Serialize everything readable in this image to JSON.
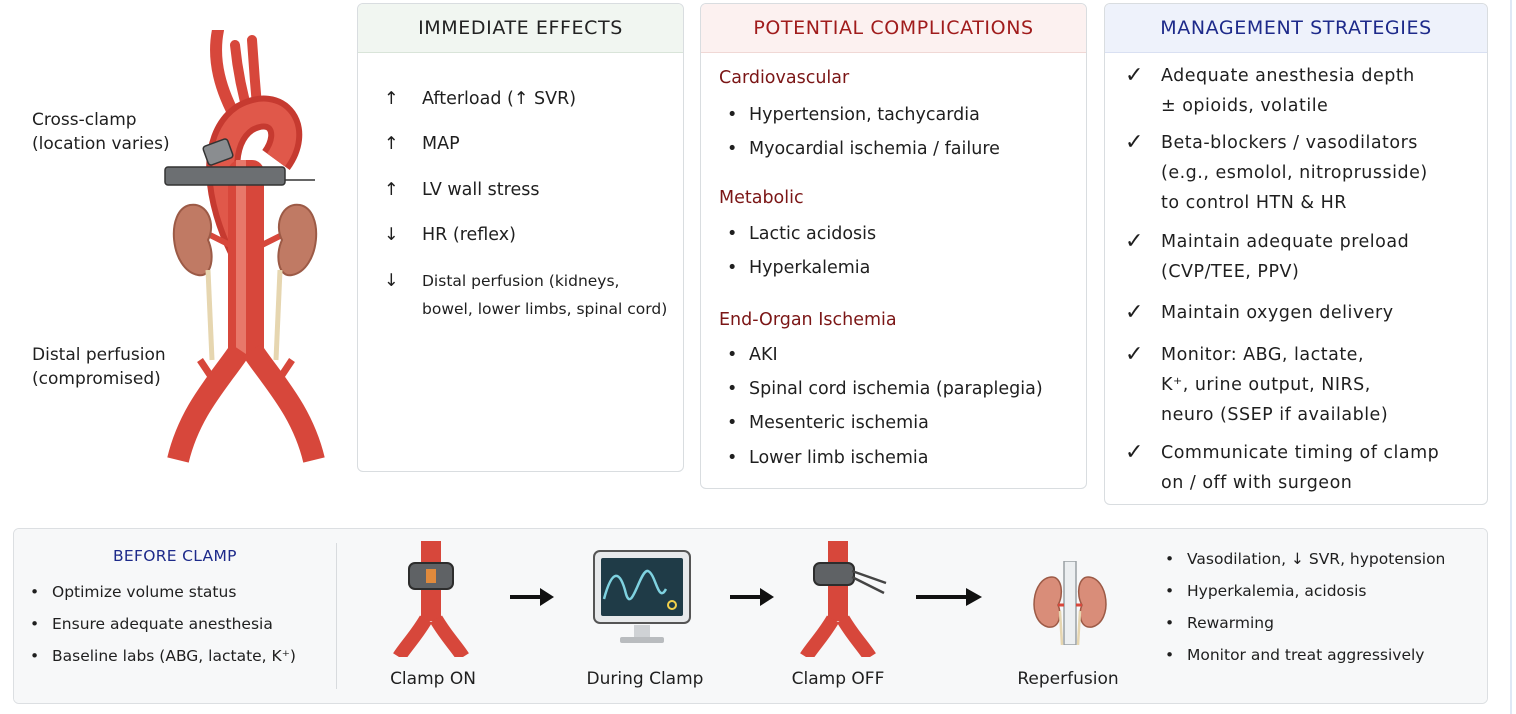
{
  "anatomy": {
    "clamp_label": [
      "Cross-clamp",
      "(location varies)"
    ],
    "distal_label": [
      "Distal perfusion",
      "(compromised)"
    ]
  },
  "immediate_effects": {
    "title": "IMMEDIATE EFFECTS",
    "items": [
      {
        "symbol": "↑",
        "text": "Afterload (↑ SVR)"
      },
      {
        "symbol": "↑",
        "text": "MAP"
      },
      {
        "symbol": "↑",
        "text": "LV wall stress"
      },
      {
        "symbol": "↓",
        "text": "HR (reflex)"
      },
      {
        "symbol": "↓",
        "text": "Distal perfusion (kidneys,",
        "text2": "bowel, lower limbs, spinal cord)"
      }
    ]
  },
  "complications": {
    "title": "POTENTIAL COMPLICATIONS",
    "groups": [
      {
        "name": "Cardiovascular",
        "items": [
          "Hypertension, tachycardia",
          "Myocardial ischemia / failure"
        ]
      },
      {
        "name": "Metabolic",
        "items": [
          "Lactic acidosis",
          "Hyperkalemia"
        ]
      },
      {
        "name": "End-Organ Ischemia",
        "items": [
          "AKI",
          "Spinal cord ischemia (paraplegia)",
          "Mesenteric ischemia",
          "Lower limb ischemia"
        ]
      }
    ]
  },
  "management": {
    "title": "MANAGEMENT STRATEGIES",
    "items": [
      {
        "lines": [
          "Adequate anesthesia depth",
          "± opioids, volatile"
        ]
      },
      {
        "lines": [
          "Beta-blockers / vasodilators",
          "(e.g., esmolol, nitroprusside)",
          "to control HTN & HR"
        ]
      },
      {
        "lines": [
          "Maintain adequate preload",
          "(CVP/TEE, PPV)"
        ]
      },
      {
        "lines": [
          "Maintain oxygen delivery"
        ]
      },
      {
        "lines": [
          "Monitor: ABG, lactate,",
          "K⁺, urine output, NIRS,",
          "neuro (SSEP if available)"
        ]
      },
      {
        "lines": [
          "Communicate timing of clamp",
          "on / off with surgeon"
        ]
      }
    ]
  },
  "before_clamp": {
    "title": "BEFORE CLAMP",
    "items": [
      "Optimize volume status",
      "Ensure adequate anesthesia",
      "Baseline labs (ABG, lactate, K⁺)"
    ]
  },
  "timeline": {
    "stages": [
      "Clamp ON",
      "During Clamp",
      "Clamp OFF",
      "Reperfusion"
    ]
  },
  "after_clamp": {
    "items": [
      "Vasodilation, ↓ SVR, hypotension",
      "Hyperkalemia, acidosis",
      "Rewarming",
      "Monitor and treat aggressively"
    ]
  },
  "colors": {
    "effects_header_bg": "#f1f6f1",
    "complications_header_bg": "#fcf1f0",
    "complications_title": "#a01c1c",
    "management_header_bg": "#eef2fb",
    "management_title": "#1d2a8a",
    "artery": "#d7473b",
    "clamp": "#6c6f72",
    "kidney": "#c07a64"
  }
}
